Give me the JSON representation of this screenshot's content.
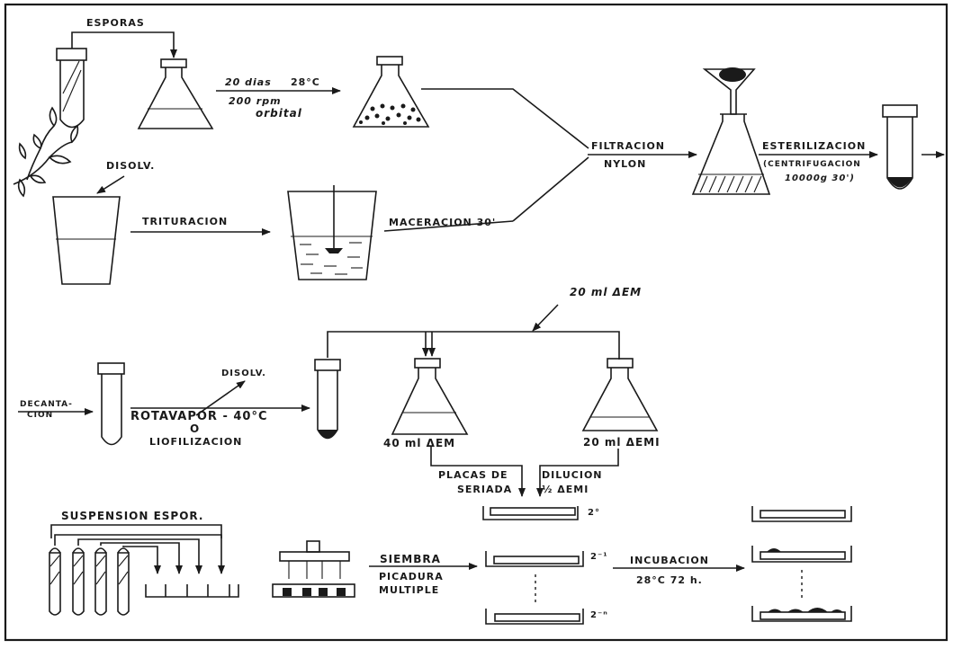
{
  "labels": {
    "esporas": "ESPORAS",
    "dias": "20 dias",
    "temp1": "28°C",
    "rpm": "200 rpm",
    "orbital": "orbital",
    "filtracion": "FILTRACION",
    "nylon": "NYLON",
    "esterilizacion": "ESTERILIZACION",
    "centrifugacion": "(CENTRIFUGACION",
    "centrif_value": "10000g 30')",
    "disolv1": "DISOLV.",
    "trituracion": "TRITURACION",
    "maceracion": "MACERACION 30'",
    "aem_20ml": "20 ml ΔEM",
    "decanta": "DECANTA-",
    "cion": "CION",
    "disolv2": "DISOLV.",
    "rotavapor": "ROTAVAPOR - 40°C",
    "o": "O",
    "liofilizacion": "LIOFILIZACION",
    "ml40": "40 ml ΔEM",
    "ml20": "20 ml ΔEMI",
    "placas_de": "PLACAS DE",
    "seriada": "SERIADA",
    "dilucion": "DILUCION",
    "half_aemi": "½ ΔEMI",
    "suspension": "SUSPENSION ESPOR.",
    "siembra": "SIEMBRA",
    "picadura": "PICADURA",
    "multiple": "MULTIPLE",
    "d2_0": "2°",
    "d2_1": "2⁻¹",
    "d2_n": "2⁻ⁿ",
    "incubacion": "INCUBACION",
    "temp2": "28°C 72 h."
  },
  "icons": [
    "test-tube-icon",
    "flask-icon",
    "funnel-icon",
    "beaker-icon",
    "leaves-icon",
    "stirrer-icon",
    "petri-dish-icon",
    "multipoint-inoculator-icon",
    "arrow-icon"
  ]
}
